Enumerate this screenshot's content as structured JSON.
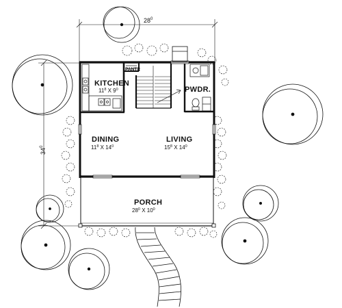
{
  "dimensions": {
    "width": "28",
    "width_sup": "0",
    "depth": "34",
    "depth_sup": "0"
  },
  "rooms": {
    "kitchen": {
      "name": "KITCHEN",
      "size_a": "11",
      "size_a_sup": "8",
      "size_b": "9",
      "size_b_sup": "0"
    },
    "pantry": {
      "name": "PANTR"
    },
    "powder": {
      "name": "PWDR."
    },
    "dining": {
      "name": "DINING",
      "size_a": "11",
      "size_a_sup": "8",
      "size_b": "14",
      "size_b_sup": "0"
    },
    "living": {
      "name": "LIVING",
      "size_a": "15",
      "size_a_sup": "8",
      "size_b": "14",
      "size_b_sup": "0"
    },
    "porch": {
      "name": "PORCH",
      "size_a": "28",
      "size_a_sup": "0",
      "size_b": "10",
      "size_b_sup": "0"
    }
  },
  "separator": " X ",
  "colors": {
    "line": "#111111",
    "background": "#ffffff"
  }
}
